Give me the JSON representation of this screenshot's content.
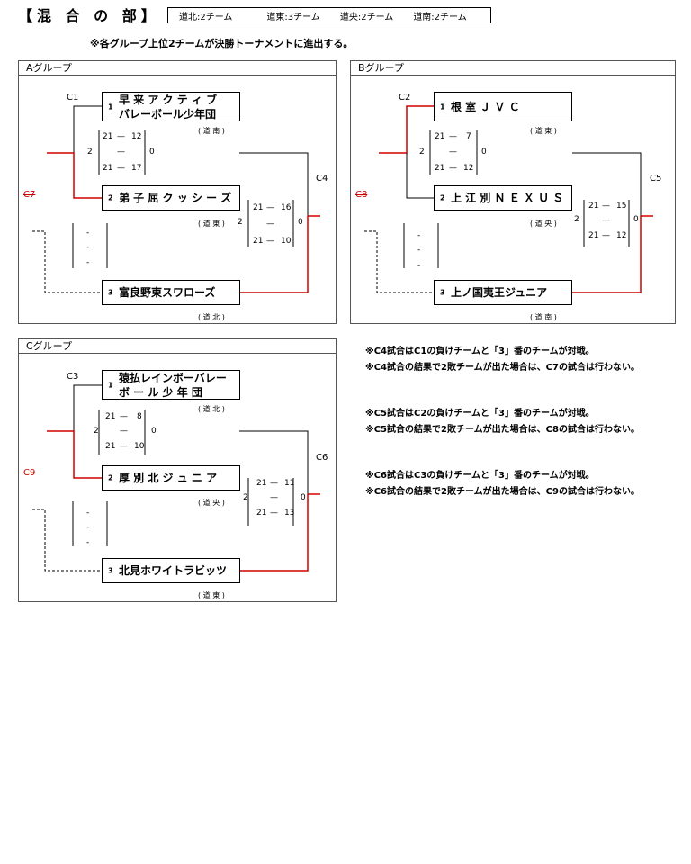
{
  "header": {
    "title": "【混 合 の 部】",
    "summary": [
      "道北:2チーム",
      "道東:3チーム",
      "道央:2チーム",
      "道南:2チーム"
    ],
    "note": "※各グループ上位2チームが決勝トーナメントに進出する。"
  },
  "groups": [
    {
      "title": "Aグループ",
      "c_first": "C1",
      "c_final": "C4",
      "c_struck": "C7",
      "teams": [
        {
          "seed": "1",
          "line1": "早 来 ア ク テ ィ ブ",
          "line2": "バレーボール少年団",
          "region": "( 道 南 )"
        },
        {
          "seed": "2",
          "line1": "弟 子 屈 ク ッ シ ー ズ",
          "line2": "",
          "region": "( 道 東 )"
        },
        {
          "seed": "3",
          "line1": "富良野東スワローズ",
          "line2": "",
          "region": "( 道 北 )"
        }
      ],
      "m1": {
        "left": "2",
        "s1a": "21",
        "s1b": "12",
        "dash": "—",
        "s2a": "21",
        "s2b": "17",
        "right": "0"
      },
      "m2": {
        "left": "2",
        "s1a": "21",
        "s1b": "16",
        "dash": "—",
        "s2a": "21",
        "s2b": "10",
        "right": "0"
      },
      "m3": [
        "-",
        "-",
        "-"
      ]
    },
    {
      "title": "Bグループ",
      "c_first": "C2",
      "c_final": "C5",
      "c_struck": "C8",
      "teams": [
        {
          "seed": "1",
          "line1": "根   室   Ｊ   Ｖ   Ｃ",
          "line2": "",
          "region": "( 道 東 )"
        },
        {
          "seed": "2",
          "line1": "上 江 別 Ｎ Ｅ Ｘ Ｕ Ｓ",
          "line2": "",
          "region": "( 道 央 )"
        },
        {
          "seed": "3",
          "line1": "上ノ国夷王ジュニア",
          "line2": "",
          "region": "( 道 南 )"
        }
      ],
      "m1": {
        "left": "2",
        "s1a": "21",
        "s1b": "7",
        "dash": "—",
        "s2a": "21",
        "s2b": "12",
        "right": "0"
      },
      "m2": {
        "left": "2",
        "s1a": "21",
        "s1b": "15",
        "dash": "—",
        "s2a": "21",
        "s2b": "12",
        "right": "0"
      },
      "m3": [
        "-",
        "-",
        "-"
      ]
    },
    {
      "title": "Cグループ",
      "c_first": "C3",
      "c_final": "C6",
      "c_struck": "C9",
      "teams": [
        {
          "seed": "1",
          "line1": "猿払レインボーバレー",
          "line2": "ボ ー ル 少 年 団",
          "region": "( 道 北 )"
        },
        {
          "seed": "2",
          "line1": "厚 別 北 ジ ュ ニ ア",
          "line2": "",
          "region": "( 道 央 )"
        },
        {
          "seed": "3",
          "line1": "北見ホワイトラビッツ",
          "line2": "",
          "region": "( 道 東 )"
        }
      ],
      "m1": {
        "left": "2",
        "s1a": "21",
        "s1b": "8",
        "dash": "—",
        "s2a": "21",
        "s2b": "10",
        "right": "0"
      },
      "m2": {
        "left": "2",
        "s1a": "21",
        "s1b": "11",
        "dash": "—",
        "s2a": "21",
        "s2b": "13",
        "right": "0"
      },
      "m3": [
        "-",
        "-",
        "-"
      ]
    }
  ],
  "notes": [
    "※C4試合はC1の負けチームと「3」番のチームが対戦。",
    "※C4試合の結果で2敗チームが出た場合は、C7の試合は行わない。",
    "※C5試合はC2の負けチームと「3」番のチームが対戦。",
    "※C5試合の結果で2敗チームが出た場合は、C8の試合は行わない。",
    "※C6試合はC3の負けチームと「3」番のチームが対戦。",
    "※C6試合の結果で2敗チームが出た場合は、C9の試合は行わない。"
  ],
  "colors": {
    "win_line": "#d40000",
    "line": "#000000"
  }
}
